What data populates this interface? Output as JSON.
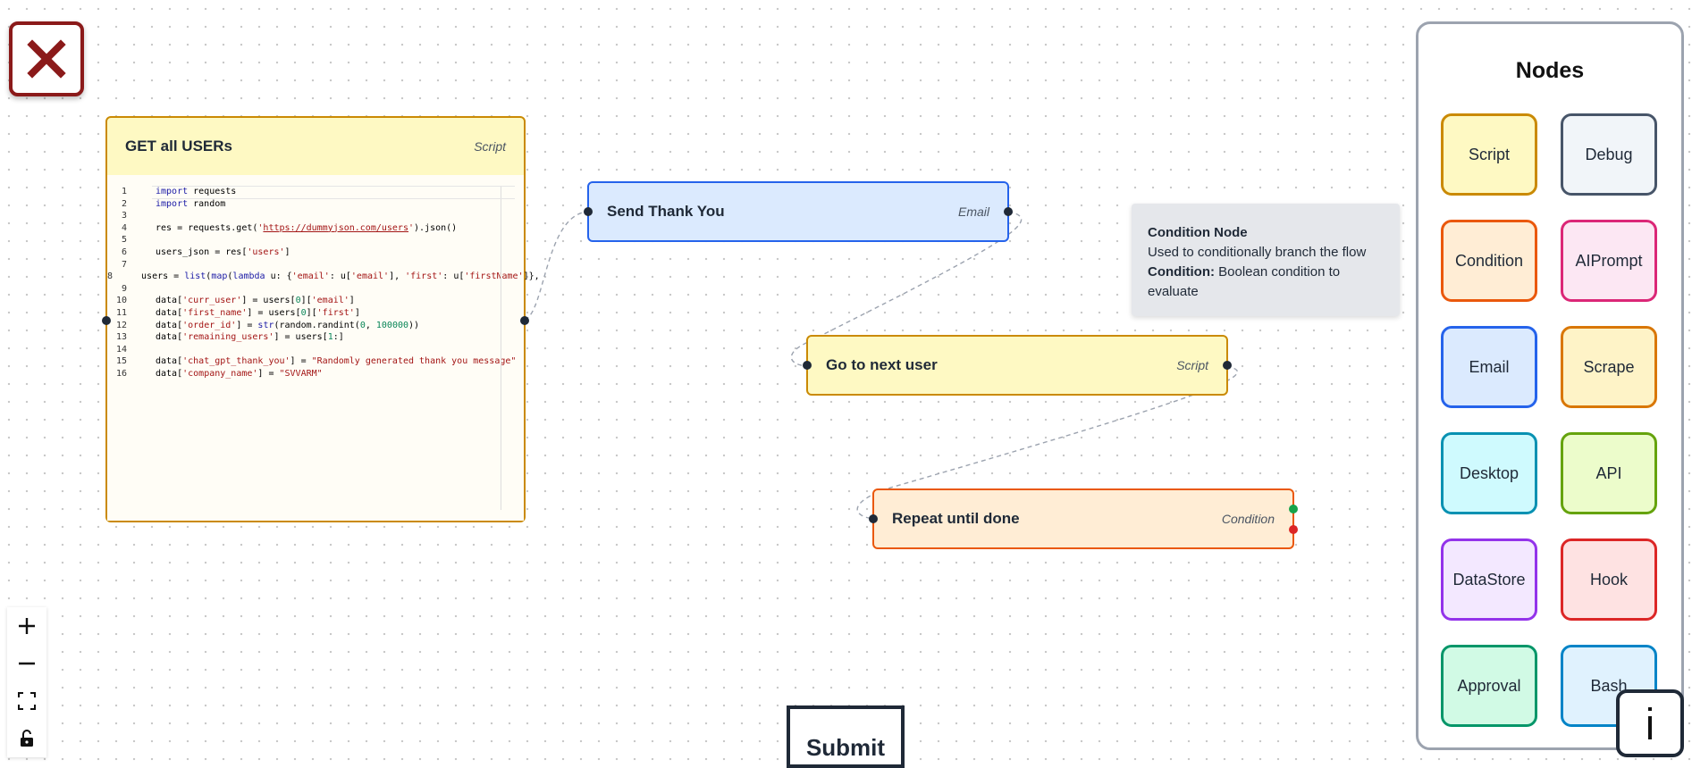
{
  "canvas": {
    "nodes": [
      {
        "title": "GET all USERs",
        "type": "Script"
      },
      {
        "title": "Send Thank You",
        "type": "Email"
      },
      {
        "title": "Go to next user",
        "type": "Script"
      },
      {
        "title": "Repeat until done",
        "type": "Condition"
      }
    ],
    "code_lines": [
      "1",
      "2",
      "3",
      "4",
      "5",
      "6",
      "7",
      "8",
      "9",
      "10",
      "11",
      "12",
      "13",
      "14",
      "15",
      "16"
    ]
  },
  "tooltip": {
    "heading": "Condition Node",
    "description": "Used to conditionally branch the flow",
    "field_label": "Condition:",
    "field_text": "Boolean condition to evaluate"
  },
  "panel": {
    "title": "Nodes",
    "items": [
      "Script",
      "Debug",
      "Condition",
      "AIPrompt",
      "Email",
      "Scrape",
      "Desktop",
      "API",
      "DataStore",
      "Hook",
      "Approval",
      "Bash"
    ]
  },
  "actions": {
    "submit_label": "Submit",
    "info_label": "i"
  },
  "colors": {
    "script": "#fef9c3",
    "email": "#dbeafe",
    "condition": "#ffedd5"
  }
}
